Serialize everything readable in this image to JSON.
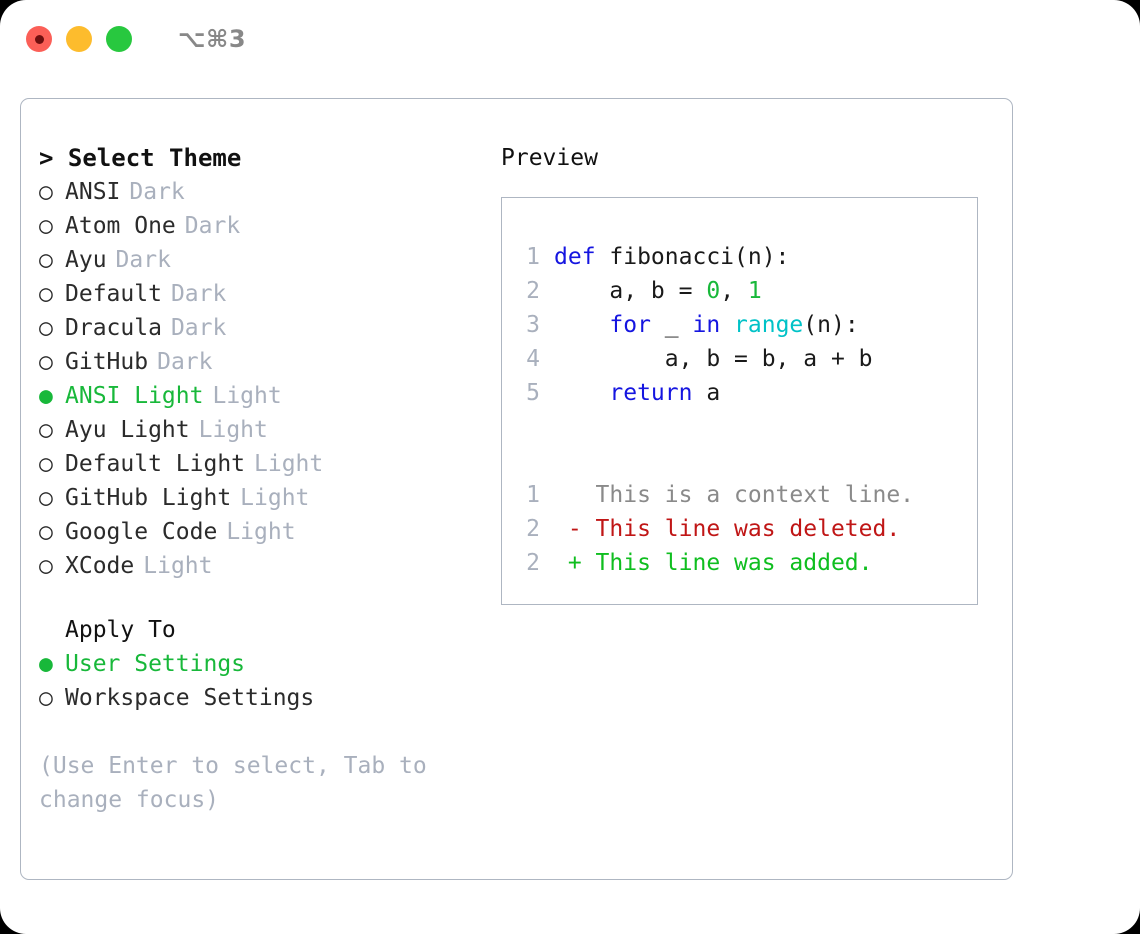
{
  "titlebar": {
    "shortcut": "⌥⌘3",
    "lights": [
      {
        "name": "close-button",
        "color": "#fb5f57",
        "recording": true
      },
      {
        "name": "minimize-button",
        "color": "#fdbc2d",
        "recording": false
      },
      {
        "name": "maximize-button",
        "color": "#28c83f",
        "recording": false
      }
    ]
  },
  "theme_picker": {
    "header": "> Select Theme",
    "items": [
      {
        "bullet": "○",
        "label": "ANSI",
        "suffix": "Dark",
        "selected": false
      },
      {
        "bullet": "○",
        "label": "Atom One",
        "suffix": "Dark",
        "selected": false
      },
      {
        "bullet": "○",
        "label": "Ayu",
        "suffix": "Dark",
        "selected": false
      },
      {
        "bullet": "○",
        "label": "Default",
        "suffix": "Dark",
        "selected": false
      },
      {
        "bullet": "○",
        "label": "Dracula",
        "suffix": "Dark",
        "selected": false
      },
      {
        "bullet": "○",
        "label": "GitHub",
        "suffix": "Dark",
        "selected": false
      },
      {
        "bullet": "●",
        "label": "ANSI Light",
        "suffix": "Light",
        "selected": true
      },
      {
        "bullet": "○",
        "label": "Ayu Light",
        "suffix": "Light",
        "selected": false
      },
      {
        "bullet": "○",
        "label": "Default Light",
        "suffix": "Light",
        "selected": false
      },
      {
        "bullet": "○",
        "label": "GitHub Light",
        "suffix": "Light",
        "selected": false
      },
      {
        "bullet": "○",
        "label": "Google Code",
        "suffix": "Light",
        "selected": false
      },
      {
        "bullet": "○",
        "label": "XCode",
        "suffix": "Light",
        "selected": false
      }
    ]
  },
  "apply_to": {
    "header": "Apply To",
    "items": [
      {
        "bullet": "●",
        "label": "User Settings",
        "selected": true
      },
      {
        "bullet": "○",
        "label": "Workspace Settings",
        "selected": false
      }
    ]
  },
  "hint": "(Use Enter to select, Tab to change focus)",
  "preview": {
    "title": "Preview",
    "code_lines": [
      {
        "no": "1",
        "tokens": [
          {
            "t": "def",
            "c": "kw"
          },
          {
            "t": " fibonacci(n):",
            "c": "plain"
          }
        ]
      },
      {
        "no": "2",
        "tokens": [
          {
            "t": "    a, b = ",
            "c": "plain"
          },
          {
            "t": "0",
            "c": "num"
          },
          {
            "t": ", ",
            "c": "plain"
          },
          {
            "t": "1",
            "c": "num"
          }
        ]
      },
      {
        "no": "3",
        "tokens": [
          {
            "t": "    ",
            "c": "plain"
          },
          {
            "t": "for",
            "c": "kw"
          },
          {
            "t": " _ ",
            "c": "plain"
          },
          {
            "t": "in",
            "c": "kw"
          },
          {
            "t": " ",
            "c": "plain"
          },
          {
            "t": "range",
            "c": "fn"
          },
          {
            "t": "(n):",
            "c": "plain"
          }
        ]
      },
      {
        "no": "4",
        "tokens": [
          {
            "t": "        a, b = b, a + b",
            "c": "plain"
          }
        ]
      },
      {
        "no": "5",
        "tokens": [
          {
            "t": "    ",
            "c": "plain"
          },
          {
            "t": "return",
            "c": "kw"
          },
          {
            "t": " a",
            "c": "plain"
          }
        ]
      }
    ],
    "diff_lines": [
      {
        "no": "1",
        "marker": " ",
        "text": " This is a context line.",
        "kind": "ctx"
      },
      {
        "no": "2",
        "marker": "-",
        "text": " This line was deleted.",
        "kind": "del"
      },
      {
        "no": "2",
        "marker": "+",
        "text": " This line was added.",
        "kind": "add"
      }
    ]
  },
  "colors": {
    "accent_green": "#18b83a",
    "keyword_blue": "#1515e0",
    "function_cyan": "#00c2c7",
    "number_green": "#18b83a",
    "diff_delete": "#c01616",
    "diff_add": "#0fbe1f",
    "muted": "#a9b0bd",
    "border": "#aeb6c2"
  }
}
